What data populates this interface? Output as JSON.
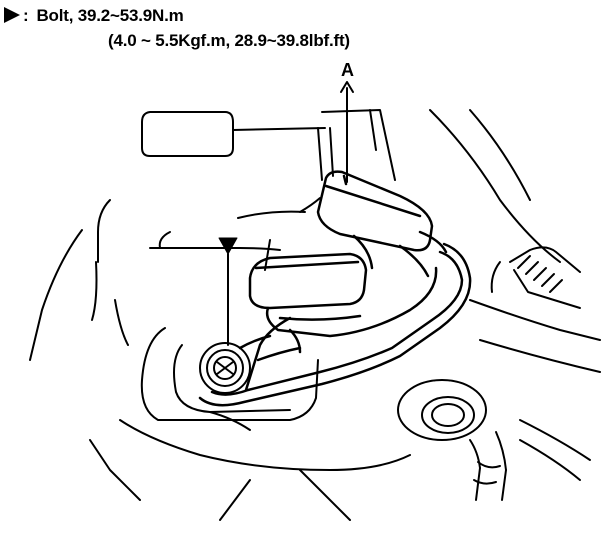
{
  "spec": {
    "symbol_icon": "filled-triangle-pointer-icon",
    "line1": "Bolt, 39.2~53.9N.m",
    "colon": ":",
    "line2": "(4.0 ~ 5.5Kgf.m, 28.9~39.8lbf.ft)"
  },
  "callout": {
    "label": "A"
  },
  "colors": {
    "ink": "#000000",
    "paper": "#ffffff"
  }
}
